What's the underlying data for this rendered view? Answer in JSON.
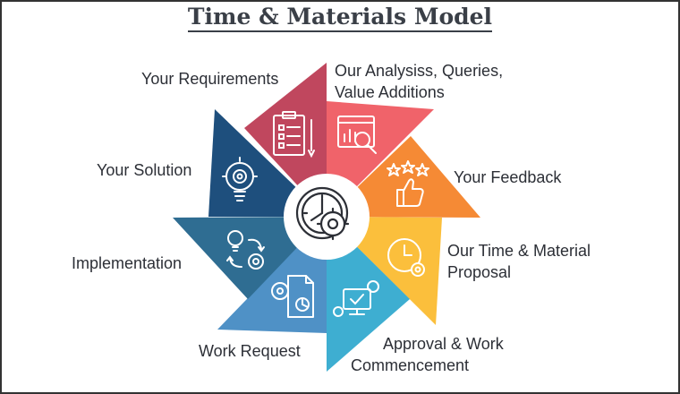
{
  "title": "Time & Materials Model",
  "steps": [
    {
      "label": "Your Requirements",
      "color": "#c0475e",
      "icon": "clipboard-checklist-icon"
    },
    {
      "label_line1": "Our Analysiss, Queries,",
      "label_line2": "Value Additions",
      "color": "#f0636a",
      "icon": "monitor-analysis-icon"
    },
    {
      "label": "Your Feedback",
      "color": "#f58a35",
      "icon": "thumbs-up-stars-icon"
    },
    {
      "label_line1": "Our Time & Material",
      "label_line2": "Proposal",
      "color": "#fbbf3c",
      "icon": "clock-gear-icon"
    },
    {
      "label_line1": "Approval & Work",
      "label_line2": "Commencement",
      "color": "#3eaed1",
      "icon": "computer-check-icon"
    },
    {
      "label": "Work Request",
      "color": "#4f91c6",
      "icon": "document-gears-icon"
    },
    {
      "label": "Implementation",
      "color": "#2f6d92",
      "icon": "bulb-gear-cycle-icon"
    },
    {
      "label": "Your Solution",
      "color": "#1e4f7d",
      "icon": "bulb-gear-icon"
    }
  ],
  "center": {
    "icon": "clock-gear-icon"
  }
}
